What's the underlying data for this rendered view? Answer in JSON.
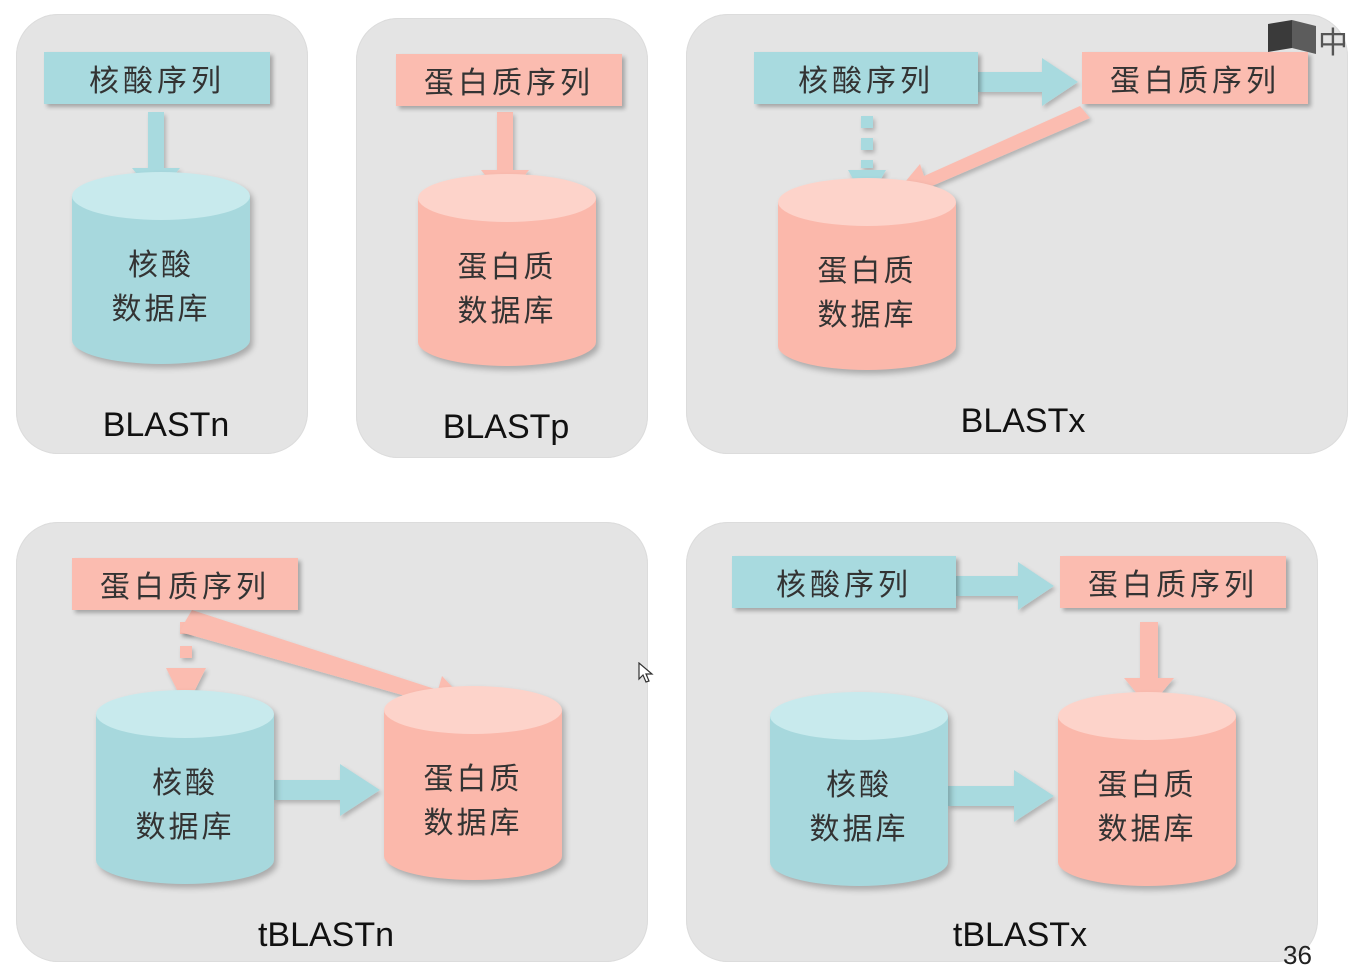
{
  "labels": {
    "nucleic_seq": "核酸序列",
    "protein_seq": "蛋白质序列",
    "nucleic_db_line1": "核酸",
    "nucleic_db_line2": "数据库",
    "protein_db_line1": "蛋白质",
    "protein_db_line2": "数据库"
  },
  "panels": {
    "blastn": "BLASTn",
    "blastp": "BLASTp",
    "blastx": "BLASTx",
    "tblastn": "tBLASTn",
    "tblastx": "tBLASTx"
  },
  "logo_text": "中",
  "page_number": "36",
  "colors": {
    "nucleic": "#a8dadf",
    "protein": "#fbbcb0",
    "panel": "#e4e4e4"
  }
}
